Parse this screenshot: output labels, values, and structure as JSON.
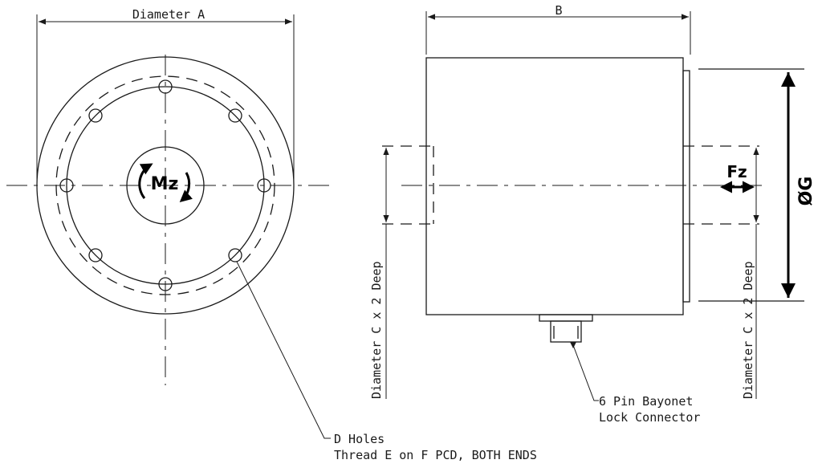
{
  "labels": {
    "diameter_a": "Diameter A",
    "dim_b": "B",
    "diameter_c_left": "Diameter C x 2 Deep",
    "diameter_c_right": "Diameter C x 2 Deep",
    "connector_line1": "6 Pin Bayonet",
    "connector_line2": "Lock Connector",
    "holes_line1": "D Holes",
    "holes_line2": "Thread E on F PCD, BOTH ENDS",
    "torque": "Mz",
    "force": "Fz",
    "diameter_g": "ØG"
  },
  "colors": {
    "line": "#1a1a1a",
    "background": "#ffffff"
  },
  "icons": {
    "torque_arrows": "curved-arrows-icon",
    "force_arrows": "double-arrow-icon"
  }
}
